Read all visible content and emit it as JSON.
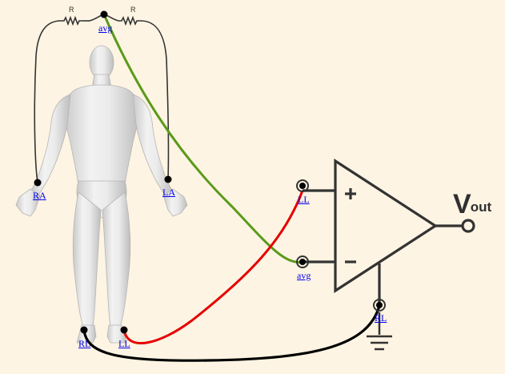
{
  "electrodes": {
    "ra": "RA",
    "la": "LA",
    "rl": "RL",
    "ll": "LL",
    "avg": "avg"
  },
  "amplifier": {
    "plus_input": "LL",
    "minus_input": "avg",
    "reference": "RL",
    "plus_sign": "+",
    "minus_sign": "-",
    "output_symbol": "V",
    "output_subscript": "out"
  },
  "resistors": [
    "R",
    "R"
  ],
  "colors": {
    "background": "#fdf4e3",
    "wire_avg": "#5a9a1a",
    "wire_ll": "#e60000",
    "wire_rl": "#000000",
    "wire_limb": "#333333",
    "amplifier": "#333333",
    "label_link": "#0000ee"
  }
}
